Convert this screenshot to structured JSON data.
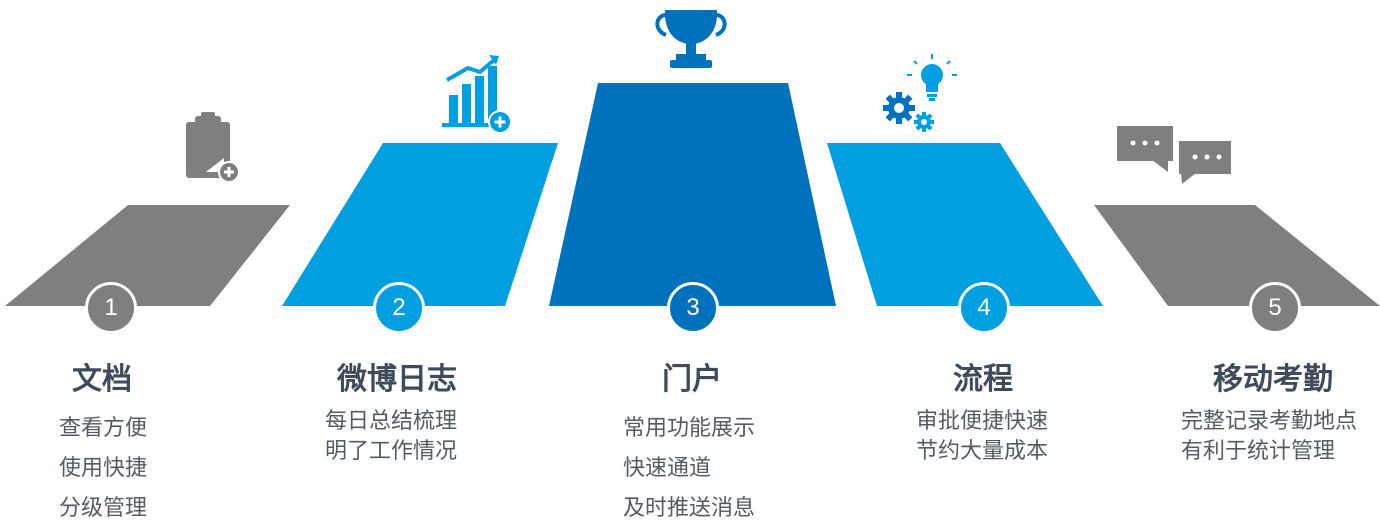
{
  "colors": {
    "gray": "#7f7f7f",
    "light_blue": "#00a0e0",
    "dark_blue": "#0071bc",
    "title": "#3f4a5a",
    "text": "#555b63"
  },
  "items": [
    {
      "number": "1",
      "title": "文档",
      "lines": [
        "查看方便",
        "使用快捷",
        "分级管理"
      ],
      "icon": "clipboard-add-icon"
    },
    {
      "number": "2",
      "title": "微博日志",
      "lines": [
        "每日总结梳理",
        "明了工作情况"
      ],
      "icon": "growth-chart-add-icon"
    },
    {
      "number": "3",
      "title": "门户",
      "lines": [
        "常用功能展示",
        "快速通道",
        "及时推送消息"
      ],
      "icon": "trophy-icon"
    },
    {
      "number": "4",
      "title": "流程",
      "lines": [
        "审批便捷快速",
        "节约大量成本"
      ],
      "icon": "gears-lightbulb-icon"
    },
    {
      "number": "5",
      "title": "移动考勤",
      "lines": [
        "完整记录考勤地点",
        "有利于统计管理"
      ],
      "icon": "chat-bubbles-icon"
    }
  ]
}
